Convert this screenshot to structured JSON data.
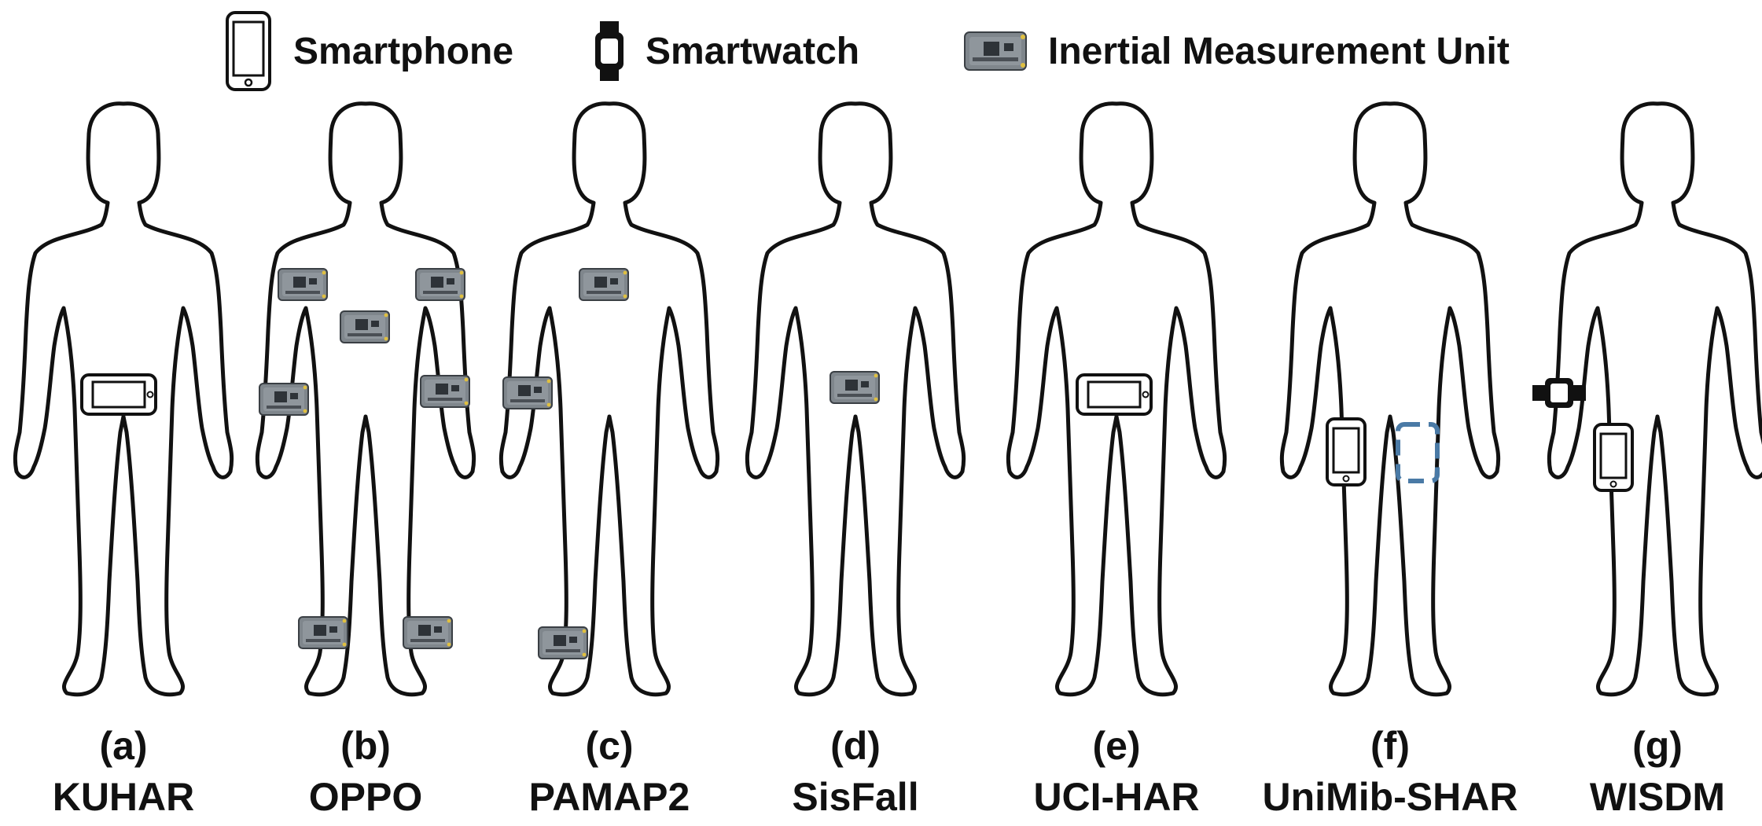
{
  "legend": {
    "smartphone": {
      "label": "Smartphone",
      "icon": "smartphone-icon"
    },
    "smartwatch": {
      "label": "Smartwatch",
      "icon": "smartwatch-icon"
    },
    "imu": {
      "label": "Inertial Measurement Unit",
      "icon": "imu-icon"
    }
  },
  "panels": [
    {
      "letter": "(a)",
      "dataset": "KUHAR"
    },
    {
      "letter": "(b)",
      "dataset": "OPPO"
    },
    {
      "letter": "(c)",
      "dataset": "PAMAP2"
    },
    {
      "letter": "(d)",
      "dataset": "SisFall"
    },
    {
      "letter": "(e)",
      "dataset": "UCI-HAR"
    },
    {
      "letter": "(f)",
      "dataset": "UniMib-SHAR"
    },
    {
      "letter": "(g)",
      "dataset": "WISDM"
    }
  ],
  "colors": {
    "outline": "#111111",
    "imu_board": "#7f868c",
    "imu_chip": "#2e3338",
    "alt_placement": "#4a7aa6"
  }
}
